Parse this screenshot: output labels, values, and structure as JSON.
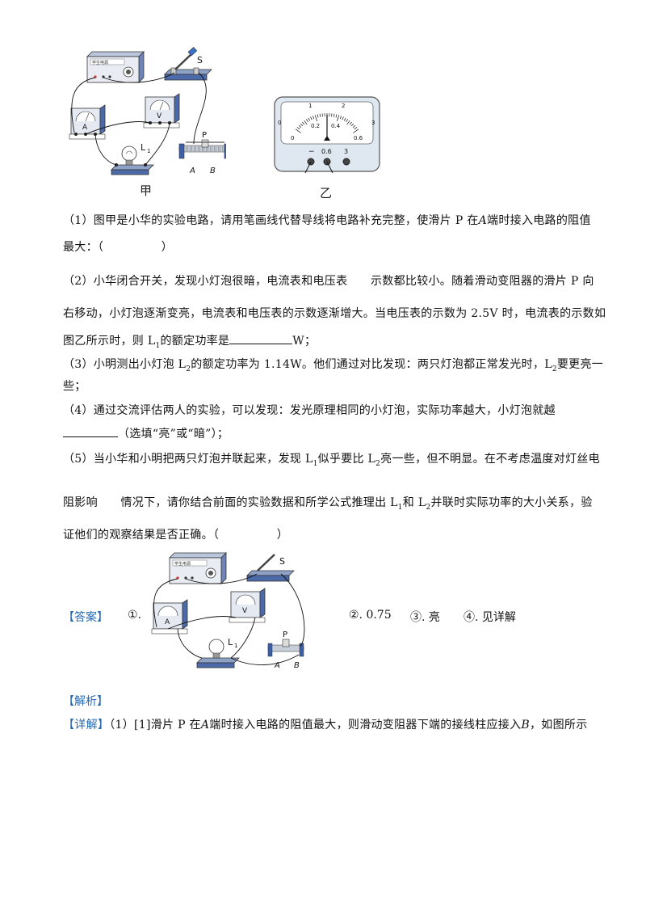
{
  "figure_top": {
    "caption_left": "甲",
    "caption_right": "乙",
    "power_supply_label": "学生电源",
    "ammeter_letter": "A",
    "voltmeter_letter": "V",
    "bulb_label": "L",
    "bulb_subscript": "1",
    "switch_label": "S",
    "slider_label": "P",
    "terminal_a": "A",
    "terminal_b": "B",
    "meter_small_ticks": [
      "0",
      "0.2",
      "0.4",
      "0.6"
    ],
    "meter_big_ticks": [
      "0",
      "1",
      "2",
      "3"
    ],
    "meter_terminals": [
      "−",
      "0.6",
      "3"
    ]
  },
  "q1": {
    "text": "（1）图甲是小华的实验电路，请用笔画线代替导线将电路补充完整，使滑片 P 在",
    "italic_a": "A",
    "text_end": "端时接入电路的阻值",
    "line2": "最大：（　　　　　）"
  },
  "q2": {
    "line1": "（2）小华闭合开关，发现小灯泡很暗，电流表和电压表　　示数都比较小。随着滑动变阻器的滑片 P 向",
    "line2": "右移动，小灯泡逐渐变亮，电流表和电压表的示数逐渐增大。当电压表的示数为 2.5V 时，电流表的示数如",
    "line3_pre": "图乙所示时，则 L",
    "line3_sub": "1",
    "line3_mid": "的额定功率是",
    "line3_end": "W；"
  },
  "q3": {
    "line1_pre": "（3）小明测出小灯泡 L",
    "line1_sub": "2",
    "line1_mid": "的额定功率为 1.14W。他们通过对比发现：两只灯泡都正常发光时，L",
    "line1_sub2": "2",
    "line1_end": "要更亮一",
    "line2": "些；"
  },
  "q4": {
    "line1": "（4）通过交流评估两人的实验，可以发现：发光原理相同的小灯泡，实际功率越大，小灯泡就越",
    "line2_end": "（选填“亮”或“暗”）；"
  },
  "q5": {
    "line1_pre": "（5）当小华和小明把两只灯泡并联起来，发现 L",
    "line1_sub": "1",
    "line1_mid": "似乎要比 L",
    "line1_sub2": "2",
    "line1_end": "亮一些，但不明显。在不考虑温度对灯丝电",
    "line2_pre": "阻影响　　情况下，请你结合前面的实验数据和所学公式推理出 L",
    "line2_sub": "1",
    "line2_mid": "和 L",
    "line2_sub2": "2",
    "line2_end": "并联时实际功率的大小关系，验",
    "line3": "证他们的观察结果是否正确。（　　　　　）"
  },
  "answer": {
    "tag": "【答案】",
    "a1": "①.",
    "a2": "②. 0.75",
    "a3": "③. 亮",
    "a4": "④. 见详解"
  },
  "analysis": {
    "tag": "【解析】",
    "detail_tag": "【详解】",
    "detail_pre": "（1）[1]滑片 P 在",
    "detail_a": "A",
    "detail_mid": "端时接入电路的阻值最大，则滑动变阻器下端的接线柱应接入",
    "detail_b": "B",
    "detail_end": "，如图所示"
  },
  "colors": {
    "accent": "#2468b0",
    "meter_face": "#dfe7f0",
    "device_blue": "#3b5fa8"
  }
}
